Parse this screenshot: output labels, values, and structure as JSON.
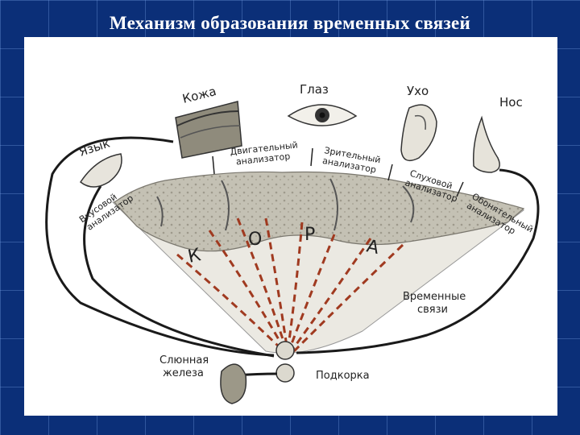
{
  "title": "Механизм образования временных связей",
  "diagram": {
    "sense_organs": {
      "skin": "Кожа",
      "eye": "Глаз",
      "ear": "Ухо",
      "nose": "Нос",
      "tongue": "Язык"
    },
    "analyzers": {
      "taste": [
        "Вкусовой",
        "анализатор"
      ],
      "motor": [
        "Двигательный",
        "анализатор"
      ],
      "visual": [
        "Зрительный",
        "анализатор"
      ],
      "auditory": [
        "Слуховой",
        "анализатор"
      ],
      "olfactory": [
        "Обонятельный",
        "анализатор"
      ]
    },
    "cortex_letters": [
      "К",
      "О",
      "Р",
      "А"
    ],
    "temporal_links": [
      "Временные",
      "связи"
    ],
    "salivary_gland": [
      "Слюнная",
      "железа"
    ],
    "subcortex": "Подкорка"
  },
  "colors": {
    "background": "#0b2f78",
    "cortex_fill": "#c7c4b8",
    "white_matter": "#eceae3",
    "dashed_lines": "#a03a20"
  }
}
